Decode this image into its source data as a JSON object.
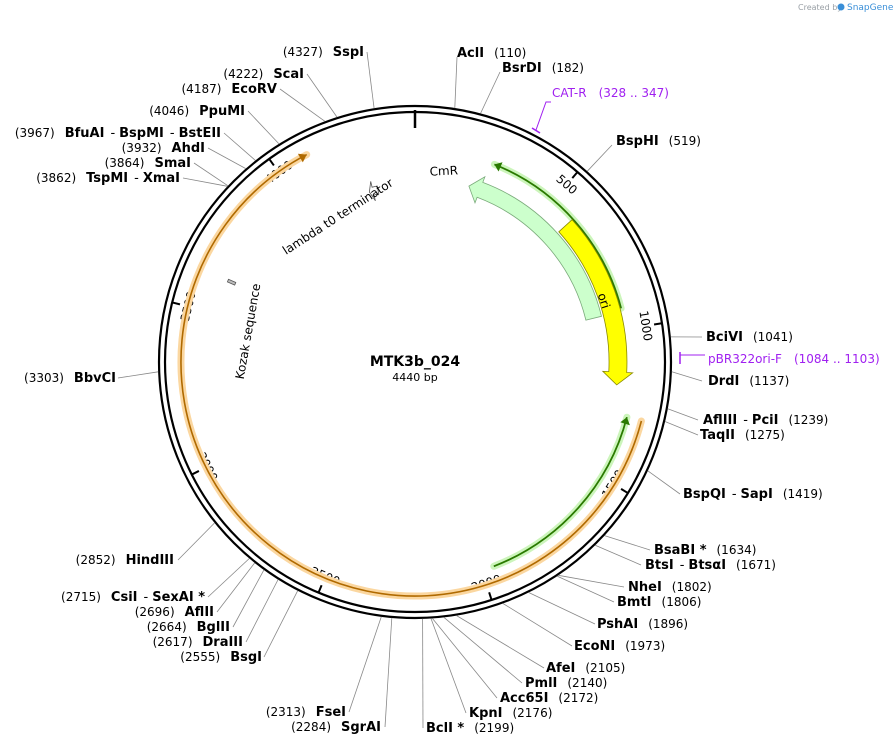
{
  "brand": {
    "prefix": "Created by",
    "name": "SnapGene"
  },
  "plasmid": {
    "name": "MTK3b_024",
    "length_label": "4440 bp",
    "length": 4440
  },
  "tick_labels": [
    "500",
    "1000",
    "1500",
    "2000",
    "2500",
    "3000",
    "3500",
    "4000"
  ],
  "features": [
    {
      "name": "CmR",
      "type": "cds",
      "color": "#ccffcc",
      "start": 210,
      "end": 940,
      "direction": "reverse"
    },
    {
      "name": "ori",
      "type": "rep_origin",
      "color": "#ffff00",
      "start": 590,
      "end": 1190,
      "direction": "forward"
    },
    {
      "name": "lambda t0 terminator",
      "type": "terminator",
      "color": "#ffffff",
      "start": 4255,
      "end": 4290,
      "direction": "reverse"
    },
    {
      "name": "Kozak sequence",
      "type": "regulatory",
      "color": "#bdbdbd",
      "start": 3615,
      "end": 3625,
      "direction": "none"
    }
  ],
  "primers": [
    {
      "name": "CAT-R",
      "range": "(328 .. 347)"
    },
    {
      "name": "pBR322ori-F",
      "range": "(1084 .. 1103)"
    }
  ],
  "enzymes": [
    {
      "name": "AclI",
      "pos": "(110)"
    },
    {
      "name": "BsrDI",
      "pos": "(182)"
    },
    {
      "name": "BspHI",
      "pos": "(519)"
    },
    {
      "name": "BciVI",
      "pos": "(1041)"
    },
    {
      "name": "DrdI",
      "pos": "(1137)"
    },
    {
      "name": "AflIII",
      "name2": "PciI",
      "pos": "(1239)"
    },
    {
      "name": "TaqII",
      "pos": "(1275)"
    },
    {
      "name": "BspQI",
      "name2": "SapI",
      "pos": "(1419)"
    },
    {
      "name": "BsaBI *",
      "pos": "(1634)"
    },
    {
      "name": "BtsI",
      "name2": "BtsαI",
      "pos": "(1671)"
    },
    {
      "name": "NheI",
      "pos": "(1802)"
    },
    {
      "name": "BmtI",
      "pos": "(1806)"
    },
    {
      "name": "PshAI",
      "pos": "(1896)"
    },
    {
      "name": "EcoNI",
      "pos": "(1973)"
    },
    {
      "name": "AfeI",
      "pos": "(2105)"
    },
    {
      "name": "PmlI",
      "pos": "(2140)"
    },
    {
      "name": "Acc65I",
      "pos": "(2172)"
    },
    {
      "name": "KpnI",
      "pos": "(2176)"
    },
    {
      "name": "BclI *",
      "pos": "(2199)"
    },
    {
      "name": "SgrAI",
      "pos": "(2284)"
    },
    {
      "name": "FseI",
      "pos": "(2313)"
    },
    {
      "name": "BsgI",
      "pos": "(2555)"
    },
    {
      "name": "DraIII",
      "pos": "(2617)"
    },
    {
      "name": "BglII",
      "pos": "(2664)"
    },
    {
      "name": "AflII",
      "pos": "(2696)"
    },
    {
      "name": "CsiI",
      "name2": "SexAI *",
      "pos": "(2715)"
    },
    {
      "name": "HindIII",
      "pos": "(2852)"
    },
    {
      "name": "BbvCI",
      "pos": "(3303)"
    },
    {
      "name": "TspMI",
      "name2": "XmaI",
      "pos": "(3862)"
    },
    {
      "name": "SmaI",
      "pos": "(3864)"
    },
    {
      "name": "AhdI",
      "pos": "(3932)"
    },
    {
      "name": "BfuAI",
      "name2": "BspMI",
      "name3": "BstEII",
      "pos": "(3967)"
    },
    {
      "name": "PpuMI",
      "pos": "(4046)"
    },
    {
      "name": "EcoRV",
      "pos": "(4187)"
    },
    {
      "name": "ScaI",
      "pos": "(4222)"
    },
    {
      "name": "SspI",
      "pos": "(4327)"
    }
  ]
}
